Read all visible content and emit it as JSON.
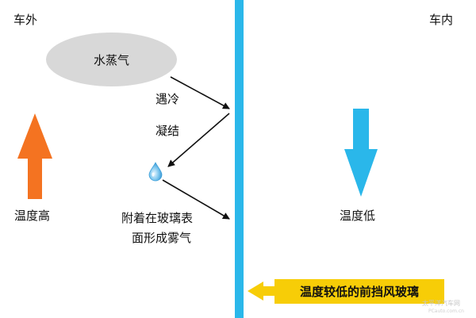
{
  "regions": {
    "outside_label": "车外",
    "inside_label": "车内"
  },
  "vapor": {
    "label": "水蒸气"
  },
  "process": {
    "step1": "遇冷",
    "step2": "凝结",
    "result_line1": "附着在玻璃表",
    "result_line2": "面形成雾气"
  },
  "temperatures": {
    "outside": "温度高",
    "inside": "温度低"
  },
  "callout": {
    "label": "温度较低的前挡风玻璃"
  },
  "watermark": {
    "line1": "太平洋汽车网",
    "line2": "PCauto.com.cn"
  },
  "colors": {
    "glass": "#2ab7ea",
    "hot_arrow": "#f47321",
    "cold_arrow": "#2ab7ea",
    "callout": "#f7cd07",
    "vapor_cloud": "#d8d8d8",
    "droplet": "#3a9ed8"
  },
  "icons": {
    "droplet": "water-droplet-icon",
    "hot_arrow": "arrow-up-icon",
    "cold_arrow": "arrow-down-icon",
    "callout_arrow": "arrow-left-icon"
  }
}
